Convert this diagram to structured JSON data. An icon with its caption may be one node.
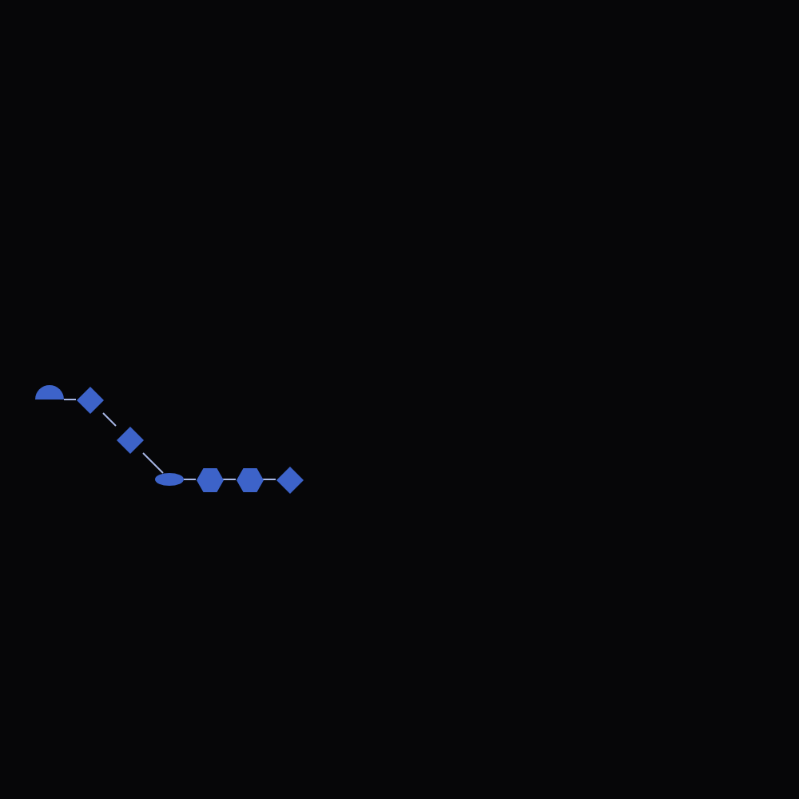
{
  "diagram": {
    "nodes": [
      {
        "text": [],
        "shape": "half-circle"
      },
      {
        "text": [],
        "shape": "diamond"
      },
      {
        "text": [],
        "shape": "diamond"
      },
      {
        "text": [],
        "shape": "ellipse"
      },
      {
        "text": [],
        "shape": "hexagon"
      },
      {
        "text": [],
        "shape": "hexagon"
      },
      {
        "text": [],
        "shape": "diamond"
      }
    ],
    "edges": [
      {
        "from": 0,
        "to": 1,
        "arrow": "none"
      },
      {
        "from": 1,
        "to": 2,
        "arrow": "none"
      },
      {
        "from": 2,
        "to": 3,
        "arrow": "none"
      },
      {
        "from": 3,
        "to": 4,
        "arrow": "none"
      },
      {
        "from": 4,
        "to": 5,
        "arrow": "none"
      },
      {
        "from": 5,
        "to": 6,
        "arrow": "none"
      }
    ]
  }
}
